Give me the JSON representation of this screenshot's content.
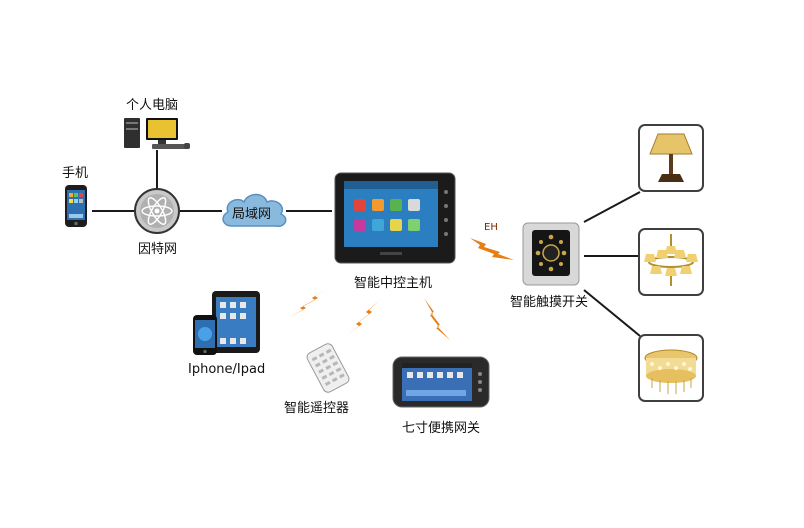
{
  "nodes": {
    "pc": {
      "label": "个人电脑"
    },
    "phone": {
      "label": "手机"
    },
    "internet": {
      "label": "因特网"
    },
    "lan": {
      "label": "局域网"
    },
    "controller": {
      "label": "智能中控主机"
    },
    "touch_switch": {
      "label": "智能触摸开关"
    },
    "iphone_ipad": {
      "label": "Iphone/Ipad"
    },
    "remote": {
      "label": "智能遥控器"
    },
    "gateway": {
      "label": "七寸便携网关"
    }
  },
  "link_tag": "EH",
  "colors": {
    "line": "#1a1a1a",
    "wireless": "#e67e12",
    "cloud": "#7fb3dc",
    "lamp_frame": "#3f3f3f"
  },
  "icons": [
    "desktop-computer-icon",
    "smartphone-icon",
    "globe-icon",
    "cloud-icon",
    "tablet-panel-icon",
    "touch-switch-icon",
    "table-lamp-icon",
    "chandelier-icon",
    "ceiling-light-icon",
    "ipad-icon",
    "remote-icon",
    "handheld-gateway-icon",
    "lightning-icon"
  ]
}
